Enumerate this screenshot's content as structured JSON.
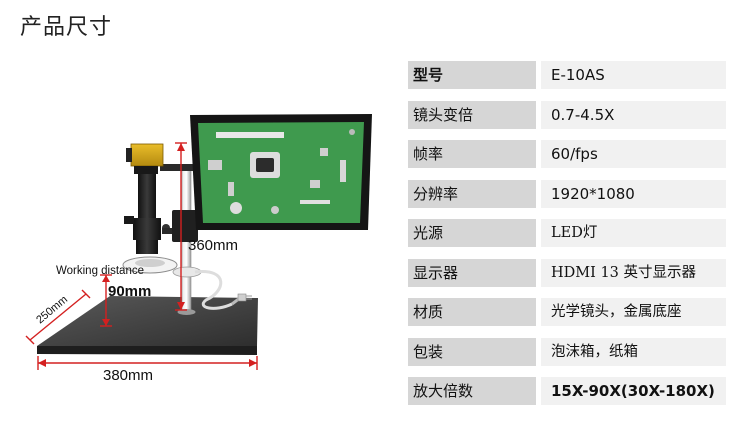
{
  "title": "产品尺寸",
  "dimensions": {
    "height": "360mm",
    "working_distance_label": "Working distance",
    "working_distance": "90mm",
    "depth": "250mm",
    "width": "380mm"
  },
  "specs": [
    {
      "label": "型号",
      "value": "E-10AS"
    },
    {
      "label": "镜头变倍",
      "value": "0.7-4.5X"
    },
    {
      "label": "帧率",
      "value": "60/fps"
    },
    {
      "label": "分辨率",
      "value": "1920*1080"
    },
    {
      "label": "光源",
      "value": "LED灯"
    },
    {
      "label": "显示器",
      "value": "HDMI 13 英寸显示器"
    },
    {
      "label": "材质",
      "value": "光学镜头，金属底座"
    },
    {
      "label": "包装",
      "value": "泡沫箱，纸箱"
    },
    {
      "label": "放大倍数",
      "value": "15X-90X(30X-180X)"
    }
  ],
  "colors": {
    "dimension_line": "#d42020",
    "label_bg": "#d6d6d6",
    "value_bg": "#f1f1f1",
    "pcb": "#3f9a4e"
  }
}
